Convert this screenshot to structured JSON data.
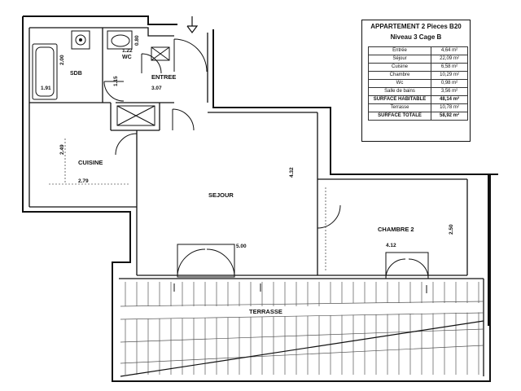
{
  "summary": {
    "title_line1": "APPARTEMENT 2 Pieces B20",
    "title_line2": "Niveau 3   Cage B",
    "rows": [
      {
        "name": "Entrée",
        "value": "4,64 m²"
      },
      {
        "name": "Séjour",
        "value": "22,09 m²"
      },
      {
        "name": "Cuisine",
        "value": "6,58 m²"
      },
      {
        "name": "Chambre",
        "value": "10,29 m²"
      },
      {
        "name": "Wc",
        "value": "0,98 m²"
      },
      {
        "name": "Salle de bains",
        "value": "3,56 m²"
      },
      {
        "name": "SURFACE HABITABLE",
        "value": "48,14 m²"
      },
      {
        "name": "Terrasse",
        "value": "10,78 m²"
      },
      {
        "name": "SURFACE TOTALE",
        "value": "58,92 m²"
      }
    ]
  },
  "rooms": {
    "sdb": "SDB",
    "wc": "WC",
    "entree": "ENTREE",
    "cuisine": "CUISINE",
    "sejour": "SEJOUR",
    "chambre": "CHAMBRE 2",
    "terrasse": "TERRASSE"
  },
  "dimensions": {
    "sdb_height": "2.00",
    "sdb_width": "1.91",
    "wc_top": "0.80",
    "wc_width": "1.22",
    "entree_height": "1.15",
    "entree_width": "3.07",
    "cuisine_height": "2.49",
    "cuisine_width": "2.79",
    "sejour_height": "4.32",
    "sejour_width": "5.00",
    "chambre_height": "2.50",
    "chambre_width": "4.12"
  }
}
